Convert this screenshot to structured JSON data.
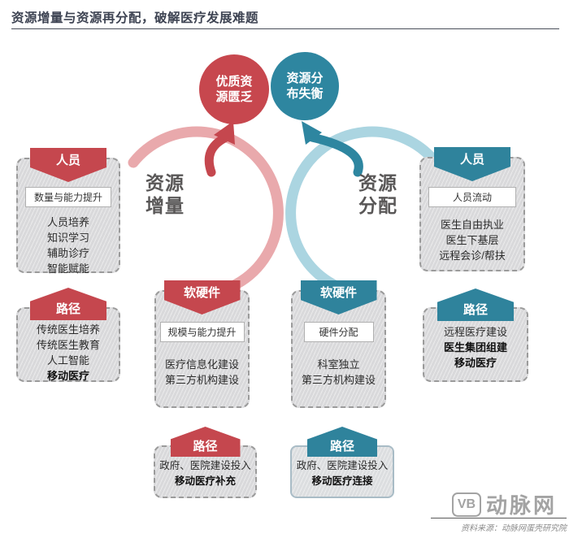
{
  "title": "资源增量与资源再分配，破解医疗发展难题",
  "circles": {
    "scarcity": {
      "line1": "优质资",
      "line2": "源匮乏"
    },
    "imbalance": {
      "line1": "资源分",
      "line2": "布失衡"
    }
  },
  "labels": {
    "increment": {
      "line1": "资源",
      "line2": "增量"
    },
    "allocation": {
      "line1": "资源",
      "line2": "分配"
    }
  },
  "boxes": {
    "left_personnel": {
      "banner": "人员",
      "strip": "数量与能力提升",
      "items": [
        "人员培养",
        "知识学习",
        "辅助诊疗",
        "智能赋能"
      ]
    },
    "left_path_top": {
      "banner": "路径",
      "items": [
        "传统医生培养",
        "传统医生教育",
        "人工智能",
        "移动医疗"
      ]
    },
    "left_hardware": {
      "banner": "软硬件",
      "strip": "规模与能力提升",
      "items": [
        "医疗信息化建设",
        "第三方机构建设"
      ]
    },
    "left_path_bottom": {
      "banner": "路径",
      "items": [
        "政府、医院建设投入",
        "移动医疗补充"
      ]
    },
    "right_hardware": {
      "banner": "软硬件",
      "strip": "硬件分配",
      "items": [
        "科室独立",
        "第三方机构建设"
      ]
    },
    "right_path_bottom": {
      "banner": "路径",
      "items": [
        "政府、医院建设投入",
        "移动医疗连接"
      ]
    },
    "right_personnel": {
      "banner": "人员",
      "strip": "人员流动",
      "items": [
        "医生自由执业",
        "医生下基层",
        "远程会诊/帮扶"
      ]
    },
    "right_path_top": {
      "banner": "路径",
      "items": [
        "远程医疗建设",
        "医生集团组建",
        "移动医疗"
      ]
    }
  },
  "footer": {
    "logo_monogram": "VB",
    "logo_text": "动脉网",
    "source": "资料来源：动脉网蛋壳研究院"
  },
  "colors": {
    "red": "#c5474e",
    "teal": "#2e86a0",
    "teal_banner": "#2f839c",
    "pink_arc": "#e9a9ac",
    "light_teal_arc": "#abd5e1",
    "box_bg": "#d9d9db",
    "title": "#3d4352"
  }
}
